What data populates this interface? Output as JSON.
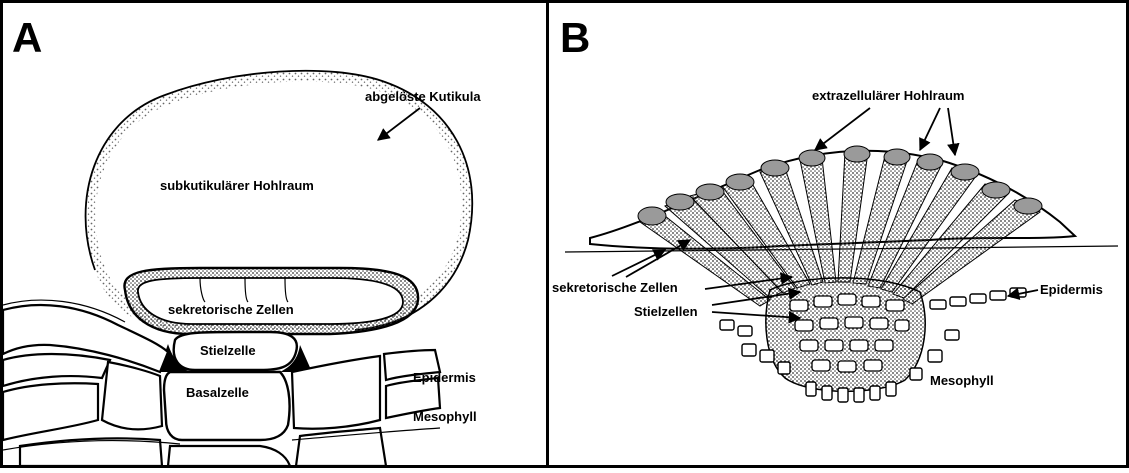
{
  "panel_a": {
    "label": "A",
    "labels": {
      "cuticle": "abgelöste Kutikula",
      "cavity": "subkutikulärer Hohlraum",
      "secretory": "sekretorische Zellen",
      "stalk": "Stielzelle",
      "basal": "Basalzelle",
      "epidermis": "Epidermis",
      "mesophyll": "Mesophyll"
    }
  },
  "panel_b": {
    "label": "B",
    "labels": {
      "cavity": "extrazellulärer Hohlraum",
      "secretory": "sekretorische Zellen",
      "stalk": "Stielzellen",
      "epidermis": "Epidermis",
      "mesophyll": "Mesophyll"
    }
  },
  "colors": {
    "ink": "#000000",
    "background": "#ffffff",
    "stipple": "#555555"
  }
}
